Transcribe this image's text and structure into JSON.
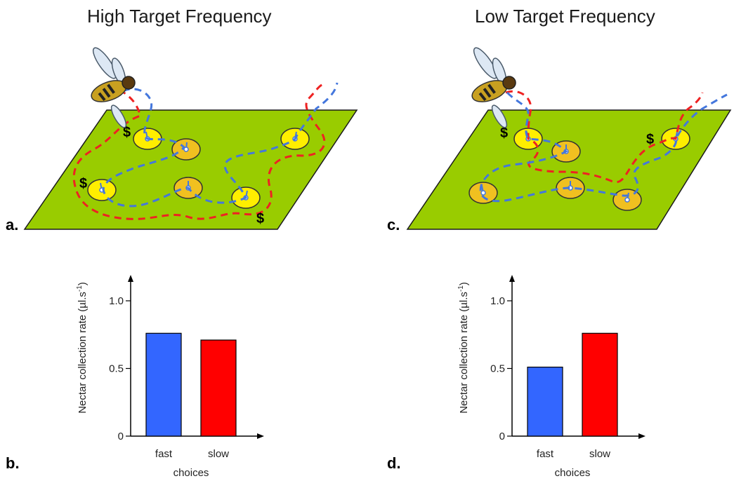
{
  "titles": {
    "left": "High Target Frequency",
    "right": "Low Target Frequency"
  },
  "panel_labels": {
    "a": "a.",
    "b": "b.",
    "c": "c.",
    "d": "d."
  },
  "reward_symbol": "$",
  "colors": {
    "field": "#99cc00",
    "flower_rewarded": "#ffee00",
    "flower_empty": "#f0c020",
    "fast_path": "#4477dd",
    "slow_path": "#ee2222",
    "bar_fast": "#3366ff",
    "bar_slow": "#ff0000"
  },
  "chart_data": [
    {
      "type": "bar",
      "categories": [
        "fast",
        "slow"
      ],
      "values": [
        0.76,
        0.71
      ],
      "xlabel": "choices",
      "ylabel": "Nectar collection rate (µl.s",
      "ylabel_sup": "-1",
      "ylabel_end": ")",
      "yticks": [
        "0",
        "0.5",
        "1.0"
      ],
      "ylim": [
        0,
        1.2
      ]
    },
    {
      "type": "bar",
      "categories": [
        "fast",
        "slow"
      ],
      "values": [
        0.51,
        0.76
      ],
      "xlabel": "choices",
      "ylabel": "Nectar collection rate (µl.s",
      "ylabel_sup": "-1",
      "ylabel_end": ")",
      "yticks": [
        "0",
        "0.5",
        "1.0"
      ],
      "ylim": [
        0,
        1.2
      ]
    }
  ]
}
